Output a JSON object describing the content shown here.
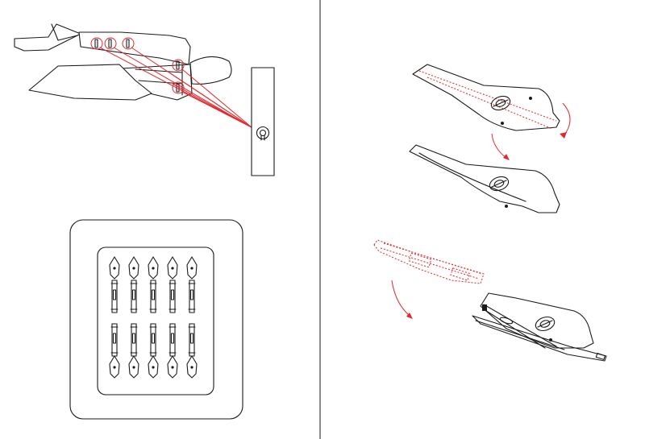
{
  "colors": {
    "line": "#1a1a1a",
    "accent": "#e0282e",
    "background": "#ffffff"
  },
  "panels": [
    {
      "name": "aircraft-sticker-placement",
      "icon": "aircraft-fuselage-icon"
    },
    {
      "name": "sticker-sheet",
      "icon": "sticker-sheet-icon"
    },
    {
      "name": "propeller-blade-fold",
      "icon": "propeller-blade-icon"
    },
    {
      "name": "blade-attach",
      "icon": "blade-attach-icon"
    }
  ],
  "sticker_sheet": {
    "rows": 2,
    "columns": 5
  }
}
